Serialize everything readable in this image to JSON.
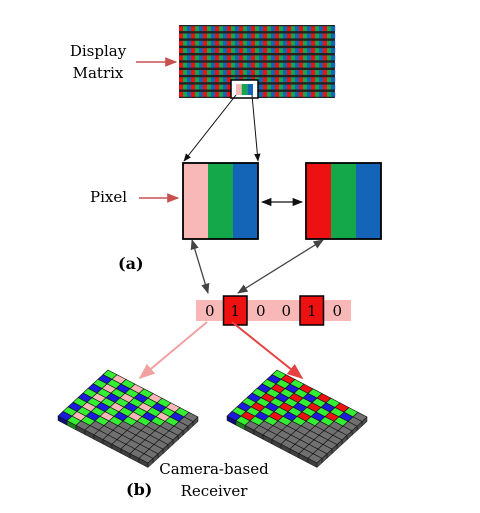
{
  "labels": {
    "display_matrix_line1": "Display",
    "display_matrix_line2": "Matrix",
    "pixel": "Pixel",
    "panel_a": "(a)",
    "panel_b": "(b)",
    "receiver_line1": "Camera-based",
    "receiver_line2": "Receiver"
  },
  "bit_sequence": [
    "0",
    "1",
    "0",
    "0",
    "1",
    "0"
  ],
  "highlighted_bits": [
    1,
    4
  ],
  "pixel_states": {
    "off": [
      "#f8b8b8",
      "#14a84a",
      "#1464b8"
    ],
    "on": [
      "#ee1111",
      "#14a84a",
      "#1464b8"
    ]
  },
  "colors": {
    "red": "#ee1111",
    "light_red": "#f8b8b8",
    "green": "#14a84a",
    "blue": "#1464b8",
    "grid_green": "#33ee33",
    "grid_blue": "#1c1cdd",
    "grid_gray": "#707070",
    "arrow_red": "#c85050"
  }
}
